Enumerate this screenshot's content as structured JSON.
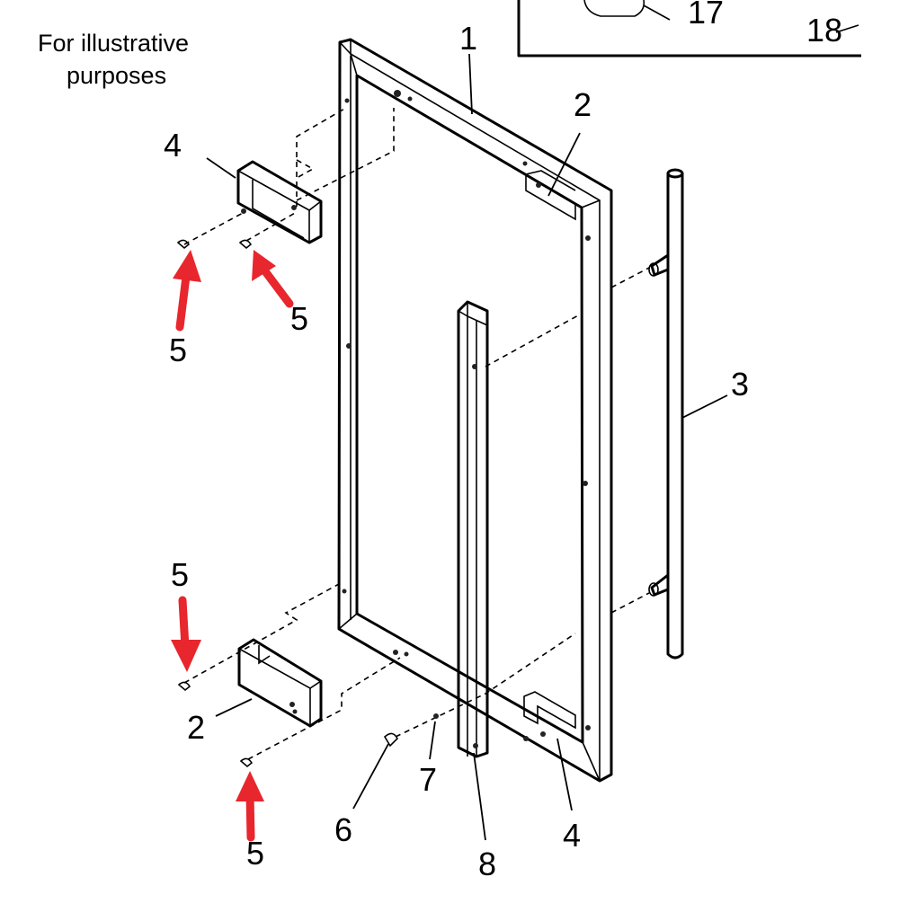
{
  "note": {
    "line1": "For illustrative",
    "line2": "purposes"
  },
  "callouts": {
    "c1": "1",
    "c2_top": "2",
    "c3": "3",
    "c4_top": "4",
    "c5_a": "5",
    "c5_b": "5",
    "c5_c": "5",
    "c5_d": "5",
    "c2_bottom": "2",
    "c6": "6",
    "c7": "7",
    "c8": "8",
    "c4_bottom": "4",
    "c17": "17",
    "c18": "18"
  },
  "colors": {
    "highlight_arrow": "#e8262d",
    "line": "#000000"
  }
}
